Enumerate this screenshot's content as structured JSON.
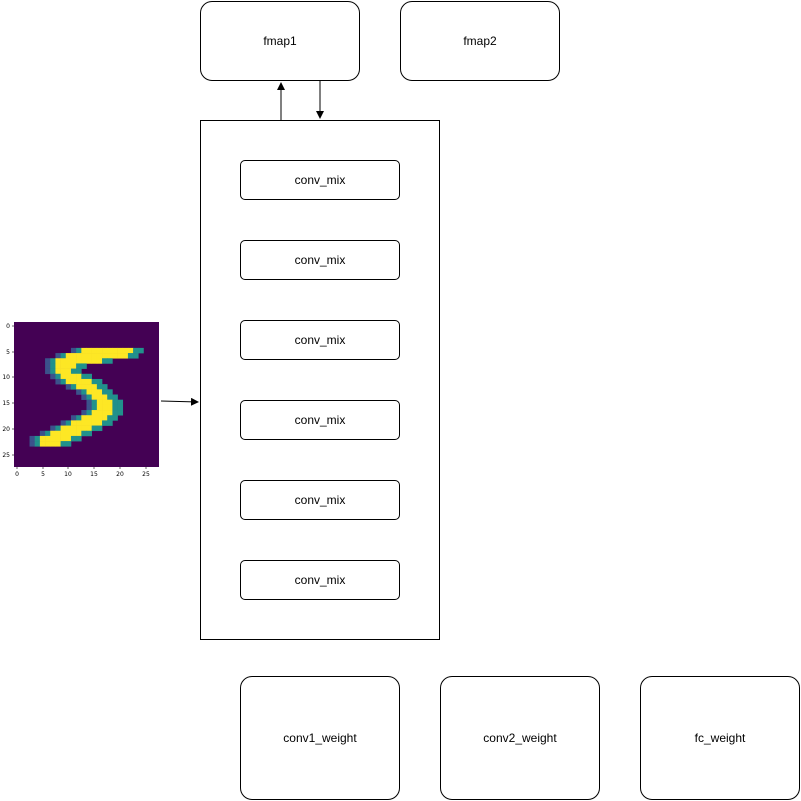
{
  "top_boxes": {
    "fmap1": "fmap1",
    "fmap2": "fmap2"
  },
  "conv_mix": [
    "conv_mix",
    "conv_mix",
    "conv_mix",
    "conv_mix",
    "conv_mix",
    "conv_mix"
  ],
  "weights": {
    "conv1": "conv1_weight",
    "conv2": "conv2_weight",
    "fc": "fc_weight"
  },
  "input_image": {
    "y_ticks": [
      "0",
      "5",
      "10",
      "15",
      "20",
      "25"
    ],
    "x_ticks": [
      "0",
      "5",
      "10",
      "15",
      "20",
      "25"
    ],
    "colors": {
      "background": "#440154",
      "mid": "#21918c",
      "high": "#fde725",
      "edge": "#3b528b"
    },
    "digit": "5"
  },
  "colors": {
    "stroke": "#000000",
    "fill": "#ffffff"
  }
}
